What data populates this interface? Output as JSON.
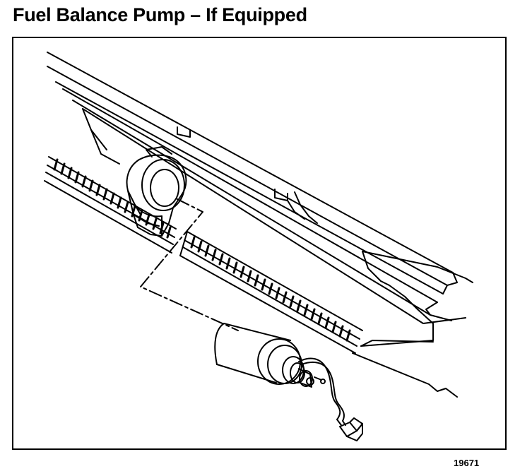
{
  "header": {
    "title": "Fuel Balance Pump – If Equipped"
  },
  "figure": {
    "number": "19671"
  },
  "icons": {
    "illustration": "fuel-balance-pump-illustration",
    "pump": "pump-icon",
    "connector": "electrical-connector-icon",
    "bracket": "mounting-bracket-icon",
    "frame_rail": "frame-rail-icon",
    "fuel_tank": "fuel-tank-icon"
  },
  "colors": {
    "ink": "#000000",
    "paper": "#ffffff"
  }
}
